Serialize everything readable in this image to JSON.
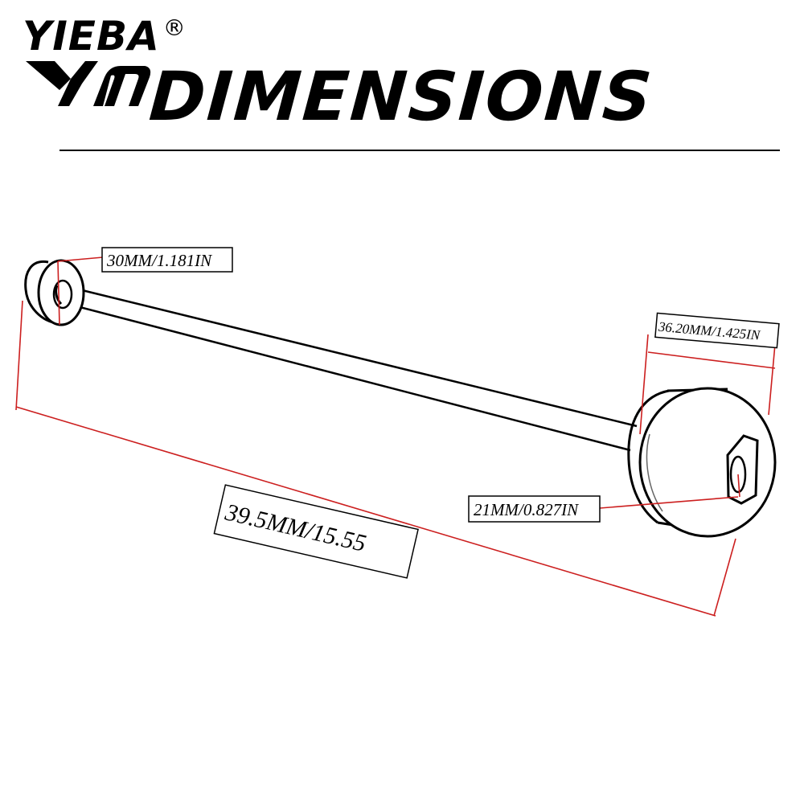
{
  "header": {
    "brand": "YIEBA",
    "registered_mark": "®",
    "logo_mark": "brand-logo-mark",
    "title": "DIMENSIONS"
  },
  "dimensions": {
    "end_cap_diameter": "30MM/1.181IN",
    "slider_width": "36.20MM/1.425IN",
    "slider_bore": "21MM/0.827IN",
    "overall_length": "39.5MM/15.55"
  },
  "colors": {
    "ink": "#000000",
    "dimension_line": "#cc1f1f",
    "background": "#ffffff"
  }
}
